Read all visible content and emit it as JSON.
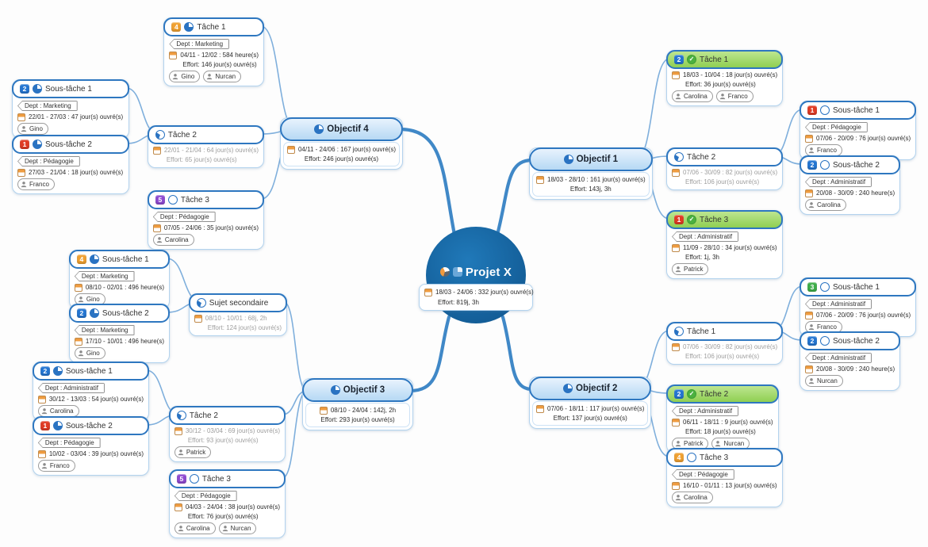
{
  "central": {
    "title": "Projet X",
    "date": "18/03 - 24/06 : 332 jour(s) ouvré(s)",
    "effort": "Effort: 819j, 3h",
    "icons": [
      "pie-chart-icon",
      "progress-pie-icon"
    ]
  },
  "colors": {
    "accent_blue": "#2e77c0",
    "node_border": "#b3d3ee",
    "branch_line": "#4088c7",
    "child_line": "#7fafdc",
    "objective_fill_top": "#e8f3fd",
    "objective_fill_bottom": "#b6d9f4",
    "done_green_top": "#bde690",
    "done_green_bottom": "#8fcf52",
    "central_blue": "#1769a8",
    "priority": {
      "1": "#e03b24",
      "2": "#2476d2",
      "3": "#3fae49",
      "4": "#f0a132",
      "5": "#8f4bd1"
    }
  },
  "nodes": [
    {
      "id": "objectif-1",
      "kind": "objective",
      "title": "Objectif 1",
      "progress": "pie75",
      "date": "18/03 - 28/10 : 161 jour(s) ouvré(s)",
      "effort": "Effort: 143j, 3h"
    },
    {
      "id": "o1-t1",
      "kind": "task",
      "title": "Tâche 1",
      "priority": 2,
      "progress": "done",
      "green": true,
      "date": "18/03 - 10/04 : 18 jour(s) ouvré(s)",
      "effort": "Effort: 36 jour(s) ouvré(s)",
      "resources": [
        "Carolina",
        "Franco"
      ]
    },
    {
      "id": "o1-t2",
      "kind": "task",
      "title": "Tâche 2",
      "progress": "pie25",
      "muted": true,
      "date": "07/06 - 30/09 : 82 jour(s) ouvré(s)",
      "effort": "Effort: 106 jour(s) ouvré(s)"
    },
    {
      "id": "o1-t2-st1",
      "kind": "task",
      "title": "Sous-tâche 1",
      "priority": 1,
      "progress": "empty",
      "dept": "Dept : Pédagogie",
      "date": "07/06 - 20/09 : 76 jour(s) ouvré(s)",
      "resources": [
        "Franco"
      ]
    },
    {
      "id": "o1-t2-st2",
      "kind": "task",
      "title": "Sous-tâche 2",
      "priority": 2,
      "progress": "empty",
      "dept": "Dept : Administratif",
      "date": "20/08 - 30/09 : 240 heure(s)",
      "resources": [
        "Carolina"
      ]
    },
    {
      "id": "o1-t3",
      "kind": "task",
      "title": "Tâche 3",
      "priority": 1,
      "progress": "done",
      "green": true,
      "dept": "Dept : Administratif",
      "date": "11/09 - 28/10 : 34 jour(s) ouvré(s)",
      "effort": "Effort: 1j, 3h",
      "resources": [
        "Patrick"
      ]
    },
    {
      "id": "objectif-2",
      "kind": "objective",
      "title": "Objectif 2",
      "progress": "pie75",
      "date": "07/06 - 18/11 : 117 jour(s) ouvré(s)",
      "effort": "Effort: 137 jour(s) ouvré(s)"
    },
    {
      "id": "o2-t1",
      "kind": "task",
      "title": "Tâche 1",
      "progress": "pie25",
      "muted": true,
      "date": "07/06 - 30/09 : 82 jour(s) ouvré(s)",
      "effort": "Effort: 106 jour(s) ouvré(s)"
    },
    {
      "id": "o2-t1-st1",
      "kind": "task",
      "title": "Sous-tâche 1",
      "priority": 3,
      "progress": "empty",
      "dept": "Dept : Administratif",
      "date": "07/06 - 20/09 : 76 jour(s) ouvré(s)",
      "resources": [
        "Franco"
      ]
    },
    {
      "id": "o2-t1-st2",
      "kind": "task",
      "title": "Sous-tâche 2",
      "priority": 2,
      "progress": "empty",
      "dept": "Dept : Administratif",
      "date": "20/08 - 30/09 : 240 heure(s)",
      "resources": [
        "Nurcan"
      ]
    },
    {
      "id": "o2-t2",
      "kind": "task",
      "title": "Tâche 2",
      "priority": 2,
      "progress": "done",
      "green": true,
      "dept": "Dept : Administratif",
      "date": "06/11 - 18/11 : 9 jour(s) ouvré(s)",
      "effort": "Effort: 18 jour(s) ouvré(s)",
      "resources": [
        "Patrick",
        "Nurcan"
      ]
    },
    {
      "id": "o2-t3",
      "kind": "task",
      "title": "Tâche 3",
      "priority": 4,
      "progress": "empty",
      "dept": "Dept : Pédagogie",
      "date": "16/10 - 01/11 : 13 jour(s) ouvré(s)",
      "resources": [
        "Carolina"
      ]
    },
    {
      "id": "objectif-3",
      "kind": "objective",
      "title": "Objectif 3",
      "progress": "pie75",
      "date": "08/10 - 24/04 : 142j, 2h",
      "effort": "Effort: 293 jour(s) ouvré(s)"
    },
    {
      "id": "o3-ss",
      "kind": "task",
      "title": "Sujet secondaire",
      "progress": "pie25",
      "muted": true,
      "date": "08/10 - 10/01 : 68j, 2h",
      "effort": "Effort: 124 jour(s) ouvré(s)"
    },
    {
      "id": "o3-ss-st1",
      "kind": "task",
      "title": "Sous-tâche 1",
      "priority": 4,
      "progress": "pie75",
      "dept": "Dept : Marketing",
      "date": "08/10 - 02/01 : 496 heure(s)",
      "resources": [
        "Gino"
      ]
    },
    {
      "id": "o3-ss-st2",
      "kind": "task",
      "title": "Sous-tâche 2",
      "priority": 2,
      "progress": "pie75",
      "dept": "Dept : Marketing",
      "date": "17/10 - 10/01 : 496 heure(s)",
      "resources": [
        "Gino"
      ]
    },
    {
      "id": "o3-t2",
      "kind": "task",
      "title": "Tâche 2",
      "progress": "pie25",
      "muted": true,
      "date": "30/12 - 03/04 : 69 jour(s) ouvré(s)",
      "effort": "Effort: 93 jour(s) ouvré(s)",
      "resources": [
        "Patrick"
      ]
    },
    {
      "id": "o3-t2-st1",
      "kind": "task",
      "title": "Sous-tâche 1",
      "priority": 2,
      "progress": "pie75",
      "dept": "Dept : Administratif",
      "date": "30/12 - 13/03 : 54 jour(s) ouvré(s)",
      "resources": [
        "Carolina"
      ]
    },
    {
      "id": "o3-t2-st2",
      "kind": "task",
      "title": "Sous-tâche 2",
      "priority": 1,
      "progress": "pie75",
      "dept": "Dept : Pédagogie",
      "date": "10/02 - 03/04 : 39 jour(s) ouvré(s)",
      "resources": [
        "Franco"
      ]
    },
    {
      "id": "o3-t3",
      "kind": "task",
      "title": "Tâche 3",
      "priority": 5,
      "progress": "empty",
      "dept": "Dept : Pédagogie",
      "date": "04/03 - 24/04 : 38 jour(s) ouvré(s)",
      "effort": "Effort: 76 jour(s) ouvré(s)",
      "resources": [
        "Carolina",
        "Nurcan"
      ]
    },
    {
      "id": "objectif-4",
      "kind": "objective",
      "title": "Objectif 4",
      "progress": "pie75",
      "date": "04/11 - 24/06 : 167 jour(s) ouvré(s)",
      "effort": "Effort: 246 jour(s) ouvré(s)"
    },
    {
      "id": "o4-t1",
      "kind": "task",
      "title": "Tâche 1",
      "priority": 4,
      "progress": "pie75",
      "dept": "Dept : Marketing",
      "date": "04/11 - 12/02 : 584 heure(s)",
      "effort": "Effort: 146 jour(s) ouvré(s)",
      "resources": [
        "Gino",
        "Nurcan"
      ]
    },
    {
      "id": "o4-t2",
      "kind": "task",
      "title": "Tâche 2",
      "progress": "pie25",
      "muted": true,
      "date": "22/01 - 21/04 : 64 jour(s) ouvré(s)",
      "effort": "Effort: 65 jour(s) ouvré(s)"
    },
    {
      "id": "o4-t2-st1",
      "kind": "task",
      "title": "Sous-tâche 1",
      "priority": 2,
      "progress": "pie75",
      "dept": "Dept : Marketing",
      "date": "22/01 - 27/03 : 47 jour(s) ouvré(s)",
      "resources": [
        "Gino"
      ]
    },
    {
      "id": "o4-t2-st2",
      "kind": "task",
      "title": "Sous-tâche 2",
      "priority": 1,
      "progress": "pie75",
      "dept": "Dept : Pédagogie",
      "date": "27/03 - 21/04 : 18 jour(s) ouvré(s)",
      "resources": [
        "Franco"
      ]
    },
    {
      "id": "o4-t3",
      "kind": "task",
      "title": "Tâche 3",
      "priority": 5,
      "progress": "empty",
      "dept": "Dept : Pédagogie",
      "date": "07/05 - 24/06 : 35 jour(s) ouvré(s)",
      "resources": [
        "Carolina"
      ]
    }
  ]
}
